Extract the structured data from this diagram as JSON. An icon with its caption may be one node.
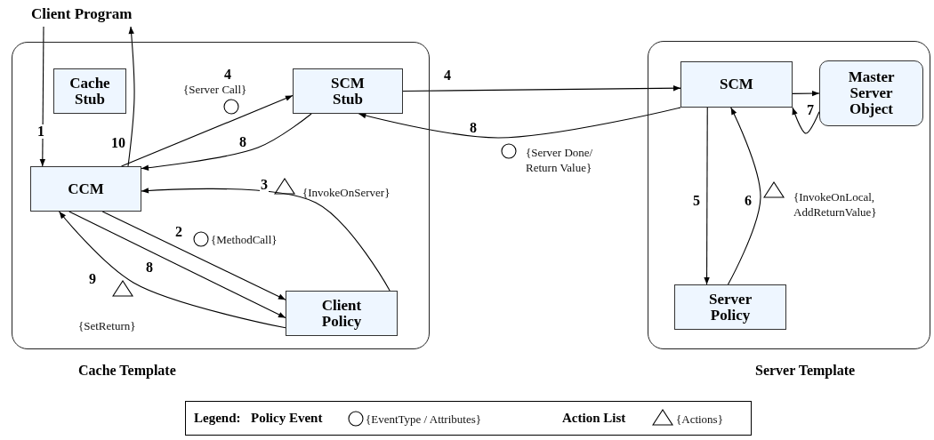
{
  "diagram": {
    "nodes": [
      {
        "text": [
          "Cache Template"
        ]
      },
      {
        "text": [
          "Cache Stub"
        ],
        "in": 0
      },
      {
        "text": [
          "SCM Stub"
        ],
        "in": 0
      },
      {
        "text": [
          "CCM"
        ],
        "in": 0
      },
      {
        "text": [
          "Client Policy"
        ],
        "in": 0
      },
      {
        "text": [
          "Server Template"
        ]
      },
      {
        "text": [
          "SCM"
        ],
        "in": 5
      },
      {
        "text": [
          "Master Server Object"
        ],
        "in": 5
      },
      {
        "text": [
          "Server Policy"
        ],
        "in": 5
      },
      {
        "text": [
          "Client Program"
        ]
      }
    ],
    "edges": [
      {
        "from": 9,
        "to": 3,
        "arrow": "to",
        "label": "1"
      },
      {
        "from": 3,
        "to": 9,
        "arrow": "to",
        "label": "10"
      },
      {
        "from": 3,
        "to": 2,
        "arrow": "to",
        "label": "4"
      },
      {
        "from": 2,
        "to": 3,
        "arrow": "to",
        "label": "8"
      },
      {
        "from": 2,
        "to": 6,
        "arrow": "to",
        "label": "4"
      },
      {
        "from": 6,
        "to": 2,
        "arrow": "to",
        "label": "8"
      },
      {
        "from": 3,
        "to": 4,
        "arrow": "to",
        "label": "2"
      },
      {
        "from": 3,
        "to": 4,
        "arrow": "to",
        "label": "8"
      },
      {
        "from": 4,
        "to": 3,
        "arrow": "to",
        "label": "9"
      },
      {
        "from": 4,
        "to": 3,
        "arrow": "to",
        "label": "3"
      },
      {
        "from": 6,
        "to": 8,
        "arrow": "to",
        "label": "5"
      },
      {
        "from": 8,
        "to": 6,
        "arrow": "to",
        "label": "6"
      },
      {
        "from": 6,
        "to": 7,
        "arrow": "to",
        "label": "7"
      },
      {
        "from": 7,
        "to": 6,
        "arrow": "to"
      }
    ],
    "labels": [
      "{Server Call}",
      "{Server Done/ Return Value}",
      "{InvokeOnServer}",
      "{MethodCall}",
      "{InvokeOnLocal, AddReturnValue}",
      "{SetReturn}",
      "Legend:",
      "{EventType / Attributes}",
      "{Actions}"
    ],
    "legend": [
      {
        "text": "Policy Event"
      },
      {
        "text": "Action List"
      }
    ]
  }
}
